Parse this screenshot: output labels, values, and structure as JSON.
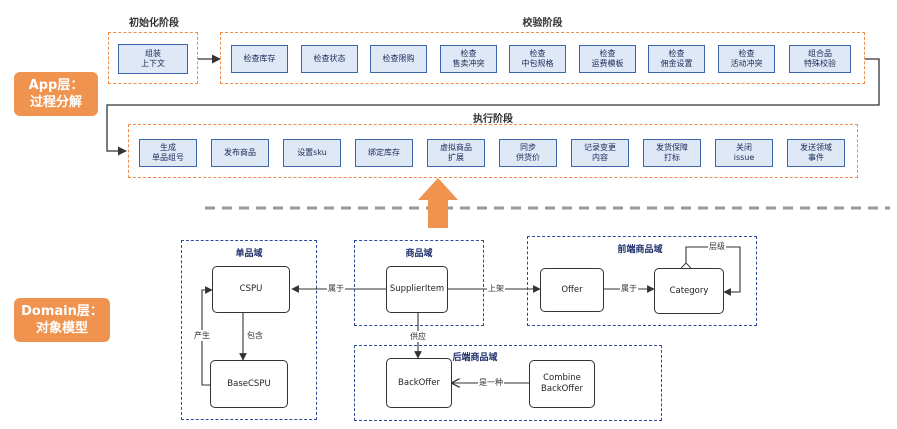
{
  "app_layer": {
    "label": "App层：\n过程分解",
    "phases": {
      "init": {
        "title": "初始化阶段",
        "steps": [
          "组装\n上下文"
        ]
      },
      "check": {
        "title": "校验阶段",
        "steps": [
          "检查库存",
          "检查状态",
          "检查限购",
          "检查\n售卖冲突",
          "检查\n中包规格",
          "检查\n运费模板",
          "检查\n佣金设置",
          "检查\n活动冲突",
          "组合品\n特殊校验"
        ]
      },
      "exec": {
        "title": "执行阶段",
        "steps": [
          "生成\n单品组号",
          "发布商品",
          "设置sku",
          "绑定库存",
          "虚拟商品\n扩展",
          "同步\n供货价",
          "记录变更\n内容",
          "发货保障\n打标",
          "关闭\nissue",
          "发送领域\n事件"
        ]
      }
    }
  },
  "domain_layer": {
    "label": "Domain层：\n对象模型",
    "domains": {
      "single": {
        "title": "单品域",
        "objects": {
          "cspu": "CSPU",
          "base_cspu": "BaseCSPU"
        }
      },
      "goods": {
        "title": "商品域",
        "objects": {
          "supplier_item": "SupplierItem"
        }
      },
      "front": {
        "title": "前端商品域",
        "objects": {
          "offer": "Offer",
          "category": "Category"
        }
      },
      "back": {
        "title": "后端商品域",
        "objects": {
          "back_offer": "BackOffer",
          "combine": "Combine\nBackOffer"
        }
      }
    },
    "relations": {
      "belongs_1": "属于",
      "shelf": "上架",
      "belongs_2": "属于",
      "hierarchy": "层级",
      "produce": "产生",
      "contain": "包含",
      "supply": "供应",
      "is_a": "是一种"
    }
  },
  "colors": {
    "orange": "#f08c4a",
    "step_fill": "#dfe8f7",
    "step_border": "#3c64a8",
    "domain_border": "#2d4a9a"
  }
}
